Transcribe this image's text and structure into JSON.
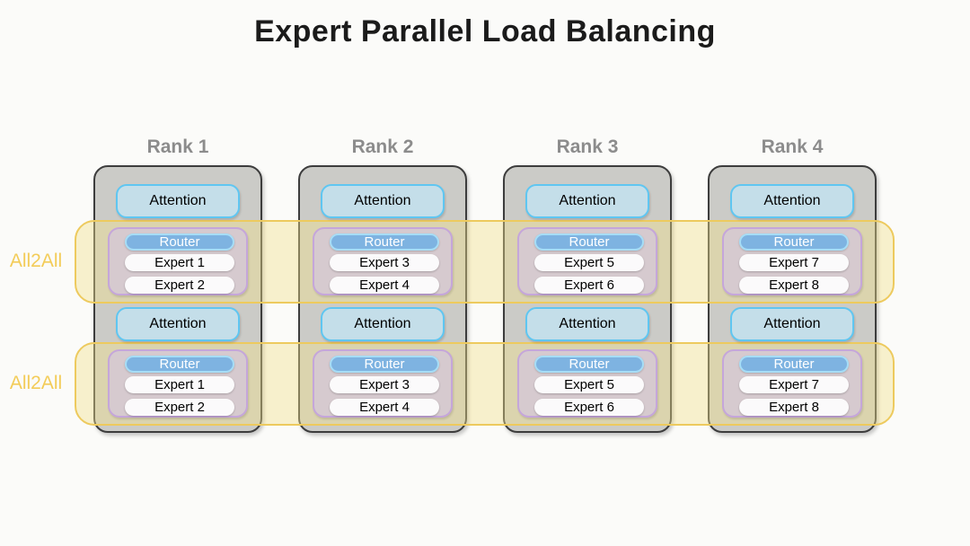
{
  "title": "Expert Parallel Load Balancing",
  "all2all": {
    "bands": [
      {
        "label": "All2All"
      },
      {
        "label": "All2All"
      }
    ]
  },
  "ranks": [
    {
      "label": "Rank 1",
      "layers": [
        {
          "attention": "Attention",
          "router": "Router",
          "experts": [
            "Expert 1",
            "Expert 2"
          ]
        },
        {
          "attention": "Attention",
          "router": "Router",
          "experts": [
            "Expert 1",
            "Expert 2"
          ]
        }
      ]
    },
    {
      "label": "Rank 2",
      "layers": [
        {
          "attention": "Attention",
          "router": "Router",
          "experts": [
            "Expert 3",
            "Expert 4"
          ]
        },
        {
          "attention": "Attention",
          "router": "Router",
          "experts": [
            "Expert 3",
            "Expert 4"
          ]
        }
      ]
    },
    {
      "label": "Rank 3",
      "layers": [
        {
          "attention": "Attention",
          "router": "Router",
          "experts": [
            "Expert 5",
            "Expert 6"
          ]
        },
        {
          "attention": "Attention",
          "router": "Router",
          "experts": [
            "Expert 5",
            "Expert 6"
          ]
        }
      ]
    },
    {
      "label": "Rank 4",
      "layers": [
        {
          "attention": "Attention",
          "router": "Router",
          "experts": [
            "Expert 7",
            "Expert 8"
          ]
        },
        {
          "attention": "Attention",
          "router": "Router",
          "experts": [
            "Expert 7",
            "Expert 8"
          ]
        }
      ]
    }
  ],
  "colors": {
    "page_bg": "#fbfbf9",
    "title": "#1b1b1b",
    "rank_label": "#8c8c8c",
    "rank_fill": "#cbcbc7",
    "rank_border": "#3d3d3d",
    "attention_fill": "#c4dee9",
    "attention_border": "#5fc6f1",
    "moe_fill": "#d6cacf",
    "moe_border": "#c5a6da",
    "router_fill": "#7eb3e1",
    "router_border": "#a6ddf6",
    "router_text": "#ffffff",
    "expert_fill": "#fbfafb",
    "band_border": "#edca5e",
    "band_fill_rgba": "rgba(242, 226, 138, 0.40)",
    "all2all_text": "#f3cc58"
  }
}
